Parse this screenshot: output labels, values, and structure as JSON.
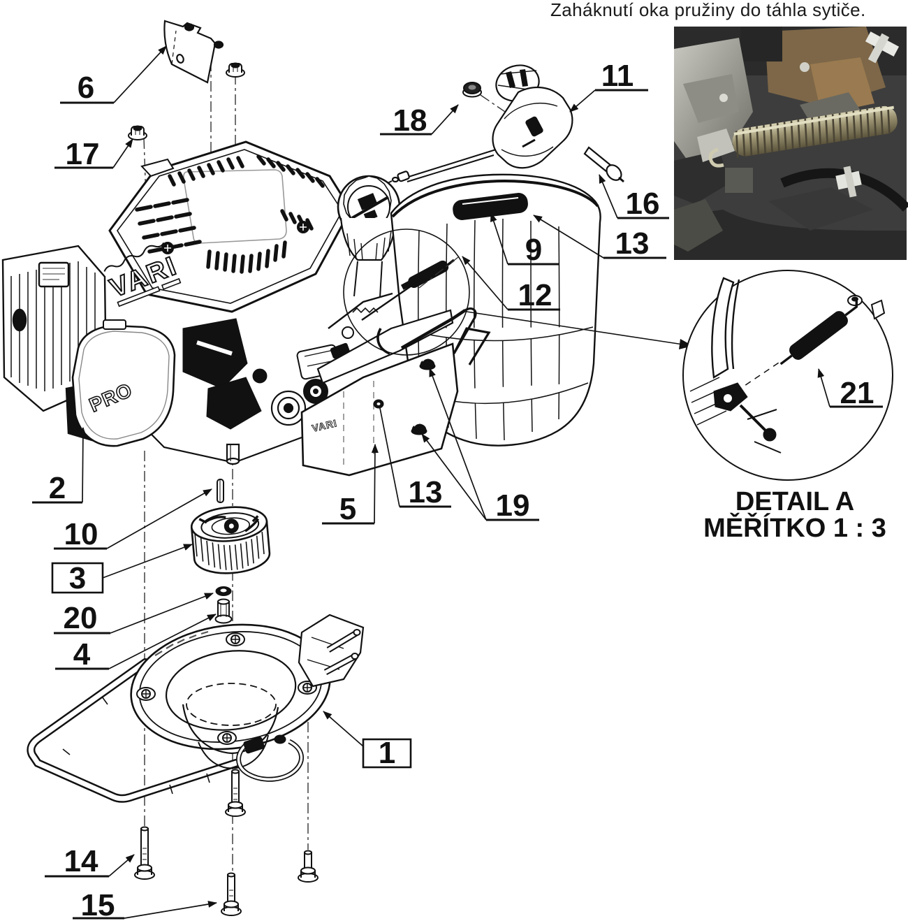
{
  "title": "Zaháknutí oka pružiny do táhla sytiče.",
  "detail_view": {
    "title": "DETAIL A",
    "scale": "MĚŘÍTKO 1 : 3"
  },
  "engine_markings": {
    "brand": "VARI",
    "cover_badge": "PRO",
    "deflector_brand": "VARI"
  },
  "callouts": [
    {
      "part": "bracket",
      "label": "6",
      "boxed": false
    },
    {
      "part": "flange-nut",
      "label": "17",
      "boxed": false
    },
    {
      "part": "nut",
      "label": "18",
      "boxed": false
    },
    {
      "part": "throttle-control",
      "label": "11",
      "boxed": false
    },
    {
      "part": "pin",
      "label": "16",
      "boxed": false
    },
    {
      "part": "clip-rod",
      "label": "13",
      "boxed": false
    },
    {
      "part": "choke-rod",
      "label": "9",
      "boxed": false
    },
    {
      "part": "spring",
      "label": "12",
      "boxed": false
    },
    {
      "part": "muffler",
      "label": "2",
      "boxed": false
    },
    {
      "part": "key",
      "label": "10",
      "boxed": false
    },
    {
      "part": "clutch-drum",
      "label": "3",
      "boxed": true
    },
    {
      "part": "washer",
      "label": "20",
      "boxed": false
    },
    {
      "part": "spacer",
      "label": "4",
      "boxed": false
    },
    {
      "part": "deflector",
      "label": "5",
      "boxed": false
    },
    {
      "part": "grommet",
      "label": "13",
      "boxed": false
    },
    {
      "part": "cap-nuts",
      "label": "19",
      "boxed": false
    },
    {
      "part": "base-plate",
      "label": "1",
      "boxed": true
    },
    {
      "part": "bolt-long",
      "label": "14",
      "boxed": false
    },
    {
      "part": "bolt-short",
      "label": "15",
      "boxed": false
    },
    {
      "part": "detail-spring",
      "label": "21",
      "boxed": false
    }
  ],
  "colors": {
    "ink": "#111111",
    "paper": "#ffffff"
  }
}
